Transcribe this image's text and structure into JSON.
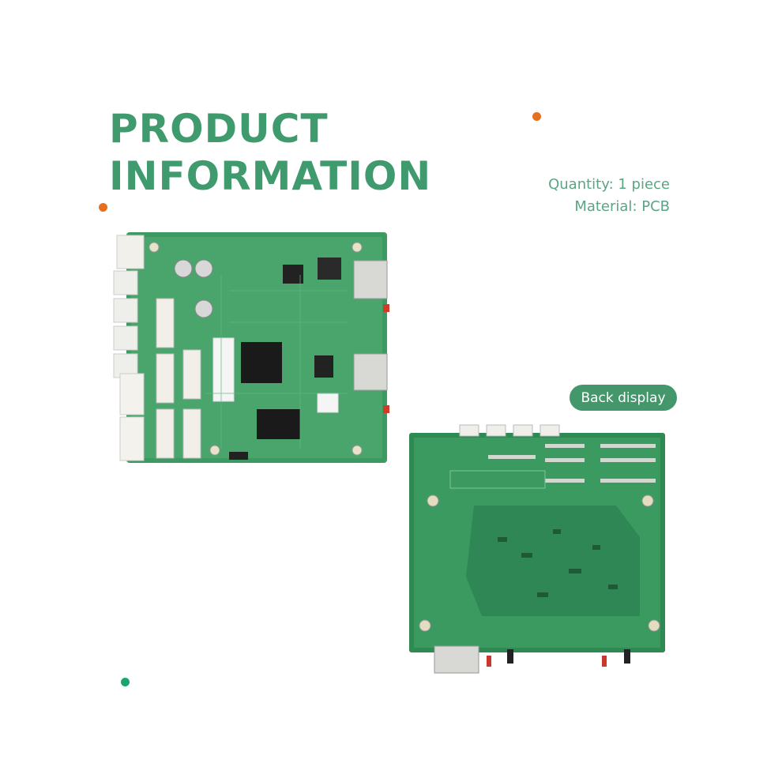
{
  "heading": {
    "line1": "PRODUCT",
    "line2": "INFORMATION"
  },
  "specs": {
    "quantity": "Quantity: 1 piece",
    "material": "Material: PCB"
  },
  "badge": {
    "label": "Back display"
  },
  "colors": {
    "heading": "#3f9a6e",
    "spec_text": "#5aa583",
    "badge_bg": "#44976b",
    "dot_orange": "#e8701c",
    "dot_green": "#1ba56e",
    "pcb_green": "#2e8a52"
  },
  "images": {
    "front": "pcb-front-photo",
    "back": "pcb-back-photo"
  }
}
